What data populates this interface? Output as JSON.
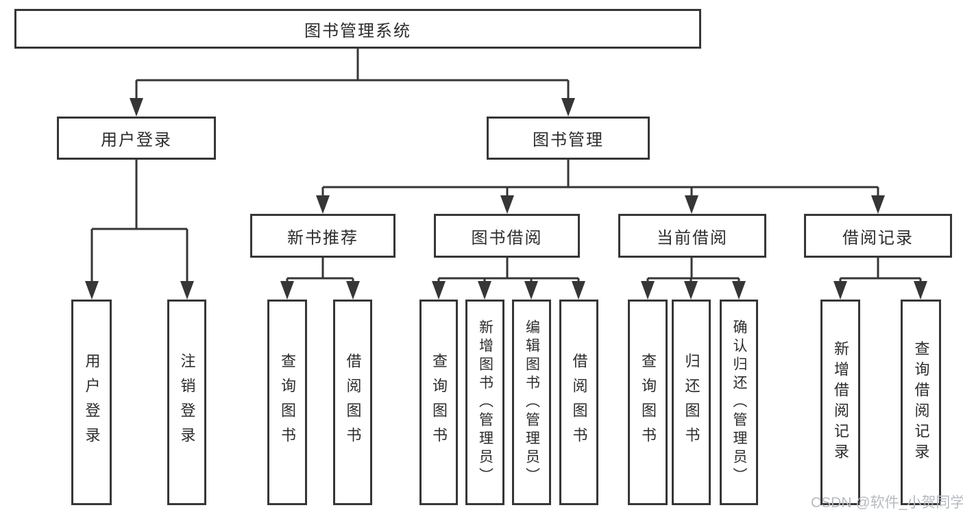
{
  "diagram": {
    "root": "图书管理系统",
    "branches": [
      {
        "label": "用户登录",
        "children": [
          "用户登录",
          "注销登录"
        ]
      },
      {
        "label": "图书管理",
        "modules": [
          {
            "label": "新书推荐",
            "children": [
              "查询图书",
              "借阅图书"
            ]
          },
          {
            "label": "图书借阅",
            "children": [
              "查询图书",
              "新增图书（管理员）",
              "编辑图书（管理员）",
              "借阅图书"
            ]
          },
          {
            "label": "当前借阅",
            "children": [
              "查询图书",
              "归还图书",
              "确认归还（管理员）"
            ]
          },
          {
            "label": "借阅记录",
            "children": [
              "新增借阅记录",
              "查询借阅记录"
            ]
          }
        ]
      }
    ]
  },
  "watermark": "CSDN @软件_小贺同学",
  "colors": {
    "line": "#363636",
    "text": "#2c2c2c",
    "background": "#ffffff",
    "watermark_text": "#b6bac0"
  }
}
